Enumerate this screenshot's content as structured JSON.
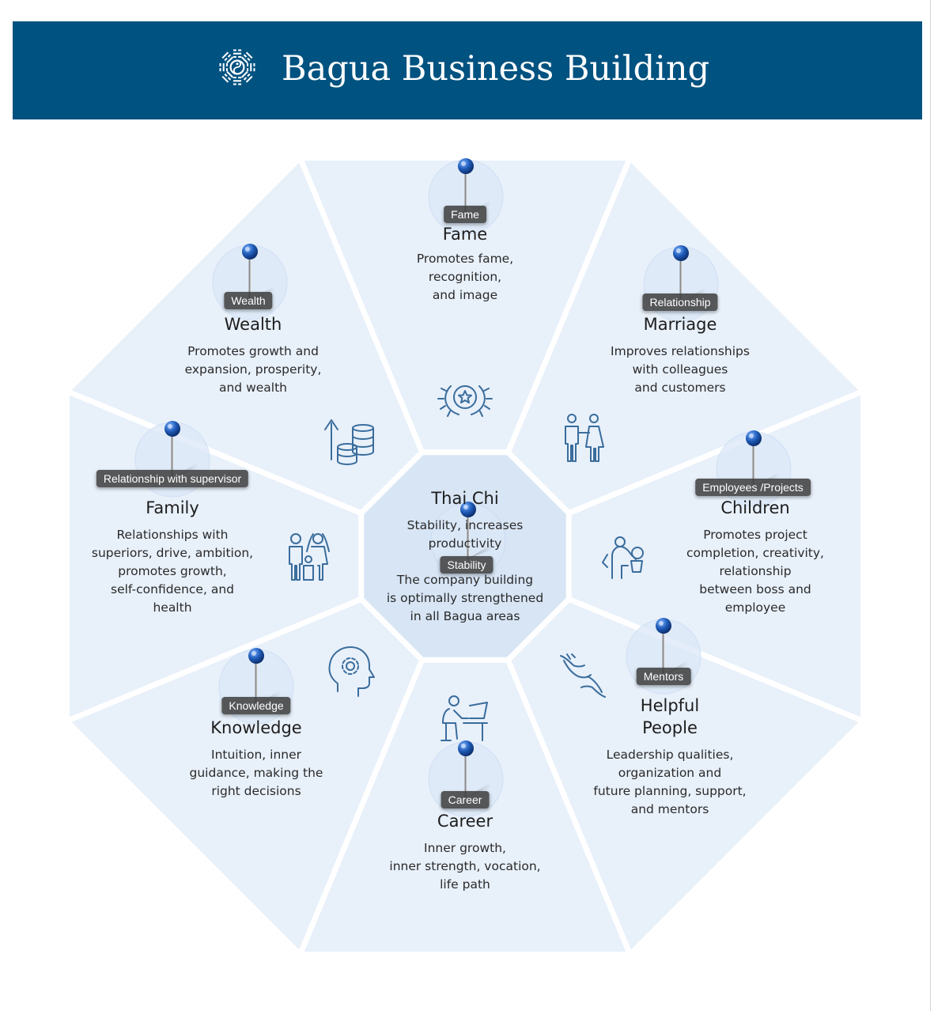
{
  "header": {
    "title": "Bagua Business Building",
    "logo_icon": "bagua-yin-yang-icon",
    "background": "#005280"
  },
  "colors": {
    "segment_fill": "#e8f0fa",
    "center_fill": "#d7e5f5",
    "separator": "#ffffff",
    "pin_head": "#1e5bb8",
    "line_icon": "#3a6d9c"
  },
  "center": {
    "title": "Thai Chi",
    "desc": "Stability, increases\nproductivity\n\nThe company building\nis optimally strengthened\nin all Bagua areas",
    "pin_label": "Stability"
  },
  "areas": [
    {
      "key": "fame",
      "title": "Fame",
      "desc": "Promotes fame,\nrecognition,\nand image",
      "pin_label": "Fame",
      "icon": "laurel-star-icon"
    },
    {
      "key": "marriage",
      "title": "Marriage",
      "desc": "Improves relationships\nwith colleagues\nand customers",
      "pin_label": "Relationship",
      "icon": "couple-icon"
    },
    {
      "key": "children",
      "title": "Children",
      "desc": "Promotes project\ncompletion, creativity,\nrelationship\nbetween boss and\nemployee",
      "pin_label": "Employees /Projects",
      "icon": "parent-child-icon"
    },
    {
      "key": "helpful-people",
      "title": "Helpful\nPeople",
      "desc": "Leadership qualities,\norganization and\nfuture planning, support,\nand mentors",
      "pin_label": "Mentors",
      "icon": "helping-hands-icon"
    },
    {
      "key": "career",
      "title": "Career",
      "desc": "Inner growth,\ninner strength, vocation,\nlife path",
      "pin_label": "Career",
      "icon": "person-at-desk-icon"
    },
    {
      "key": "knowledge",
      "title": "Knowledge",
      "desc": "Intuition, inner\nguidance, making the\nright decisions",
      "pin_label": "Knowledge",
      "icon": "gear-head-icon"
    },
    {
      "key": "family",
      "title": "Family",
      "desc": "Relationships with\nsuperiors, drive, ambition,\npromotes growth,\nself-confidence, and\nhealth",
      "pin_label": "Relationship with supervisor",
      "icon": "family-icon"
    },
    {
      "key": "wealth",
      "title": "Wealth",
      "desc": "Promotes growth and\nexpansion, prosperity,\nand wealth",
      "pin_label": "Wealth",
      "icon": "coins-growth-icon"
    }
  ]
}
